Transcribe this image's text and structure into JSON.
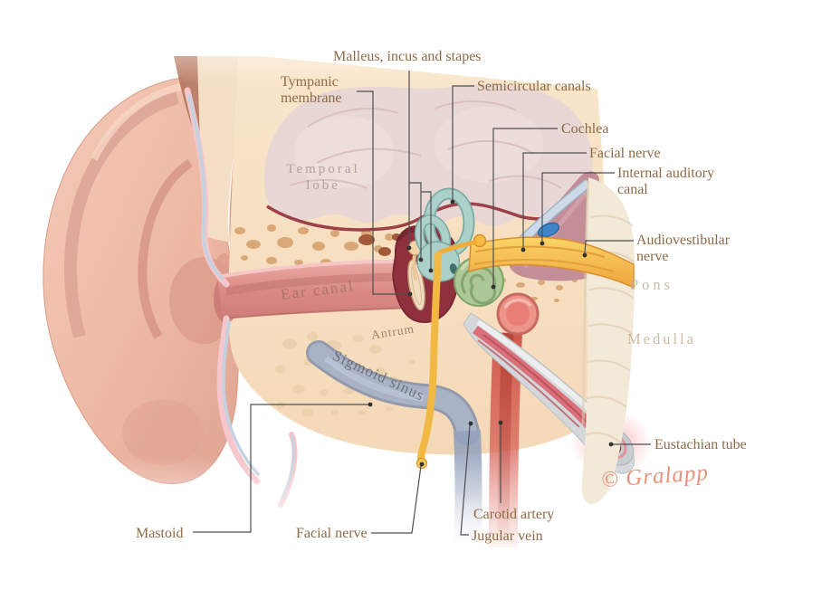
{
  "figure": {
    "signature": "© Gralapp"
  },
  "callout_labels": {
    "malleus_incus_stapes": {
      "text": "Malleus, incus and stapes"
    },
    "tympanic_membrane": {
      "line1": "Tympanic",
      "line2": "membrane"
    },
    "semicircular_canals": {
      "text": "Semicircular canals"
    },
    "cochlea": {
      "text": "Cochlea"
    },
    "facial_nerve_upper": {
      "text": "Facial nerve"
    },
    "internal_auditory_canal": {
      "line1": "Internal auditory",
      "line2": "canal"
    },
    "audiovestibular_nerve": {
      "line1": "Audiovestibular",
      "line2": "nerve"
    },
    "eustachian_tube": {
      "text": "Eustachian tube"
    },
    "carotid_artery": {
      "text": "Carotid artery"
    },
    "jugular_vein": {
      "text": "Jugular vein"
    },
    "facial_nerve_lower": {
      "text": "Facial nerve"
    },
    "mastoid": {
      "text": "Mastoid"
    }
  },
  "region_labels": {
    "temporal_lobe": {
      "line1": "Temporal",
      "line2": "lobe"
    },
    "ear_canal": {
      "text": "Ear canal"
    },
    "antrum": {
      "text": "Antrum"
    },
    "sigmoid_sinus": {
      "text": "Sigmoid sinus"
    },
    "pons": {
      "text": "Pons"
    },
    "medulla": {
      "text": "Medulla"
    }
  },
  "colors": {
    "label_text": "#8c6b46",
    "leader_line": "#4f4f4f",
    "skin_salmon": "#eec0ad",
    "bone_cream": "#f6dfc2",
    "brain_mauve": "#e9d7d5",
    "dura_red": "#9c4049",
    "middle_ear_maroon": "#8e313d",
    "canals_teal": "#abd1ca",
    "cochlea_green": "#adc897",
    "nerve_yellow": "#f2b844",
    "artery_red": "#cf5145",
    "vein_blue": "#96a2bd",
    "sinus_blue_gray": "#a8b4c6",
    "endolymph_sac_blue": "#3e86c9",
    "cartilage_blue": "#c3d2e0",
    "signature_orange": "#e9917b"
  }
}
